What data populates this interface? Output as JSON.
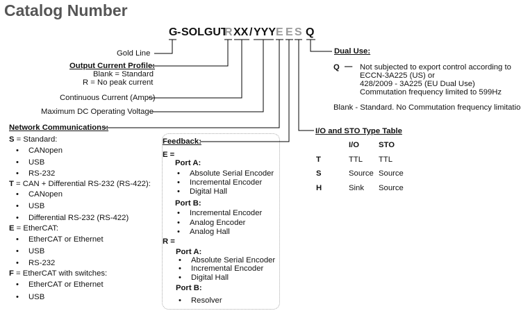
{
  "title": "Catalog Number",
  "code": {
    "g": "G",
    "dash": "-",
    "solgut": "SOLGUT",
    "r": "R",
    "xx": "XX",
    "slash": "/",
    "yyy": "YYY",
    "e1": "E",
    "e2": "E",
    "s": "S",
    "q": "Q"
  },
  "left_labels": {
    "gold_line": "Gold Line",
    "output_profile_title": "Output Current Profile:",
    "output_blank": "Blank = Standard",
    "output_r": "R = No peak current",
    "continuous": "Continuous Current (Amps)",
    "max_dc": "Maximum  DC Operating Voltage"
  },
  "network": {
    "title": "Network Communications:",
    "s_key": "S",
    "s_desc": " = Standard:",
    "s_items": [
      "CANopen",
      "USB",
      "RS-232"
    ],
    "t_key": "T",
    "t_desc": " = CAN + Differential RS-232 (RS-422):",
    "t_items": [
      "CANopen",
      "USB",
      "Differential RS-232 (RS-422)"
    ],
    "e_key": "E",
    "e_desc": " = EtherCAT:",
    "e_items": [
      "EtherCAT or Ethernet",
      "USB",
      "RS-232"
    ],
    "f_key": "F",
    "f_desc": " = EtherCAT with switches:",
    "f_items": [
      "EtherCAT or Ethernet",
      "USB"
    ]
  },
  "feedback": {
    "title": "Feedback:",
    "e_label": "E =",
    "e_port_a": "Port A:",
    "e_port_a_items": [
      "Absolute Serial Encoder",
      "Incremental Encoder",
      "Digital Hall"
    ],
    "e_port_b": "Port B:",
    "e_port_b_items": [
      "Incremental Encoder",
      "Analog Encoder",
      "Analog Hall"
    ],
    "r_label": "R =",
    "r_port_a": "Port A:",
    "r_port_a_items": [
      "Absolute Serial Encoder",
      "Incremental Encoder",
      "Digital Hall"
    ],
    "r_port_b": "Port B:",
    "r_port_b_items": [
      "Resolver"
    ]
  },
  "dual_use": {
    "title": "Dual Use:",
    "q_key": "Q",
    "q_dash": "—",
    "q_lines": [
      "Not subjected to export control according to",
      "ECCN-3A225 (US) or",
      "428/2009 - 3A225 (EU Dual Use)",
      "Commutation frequency limited to 599Hz"
    ],
    "blank_line": "Blank -  Standard. No Commutation frequency limitation"
  },
  "io_table": {
    "title": "I/O and STO Type Table",
    "headers": [
      "I/O",
      "STO"
    ],
    "rows": [
      {
        "key": "T",
        "io": "TTL",
        "sto": "TTL"
      },
      {
        "key": "S",
        "io": "Source",
        "sto": "Source"
      },
      {
        "key": "H",
        "io": "Sink",
        "sto": "Source"
      }
    ]
  }
}
